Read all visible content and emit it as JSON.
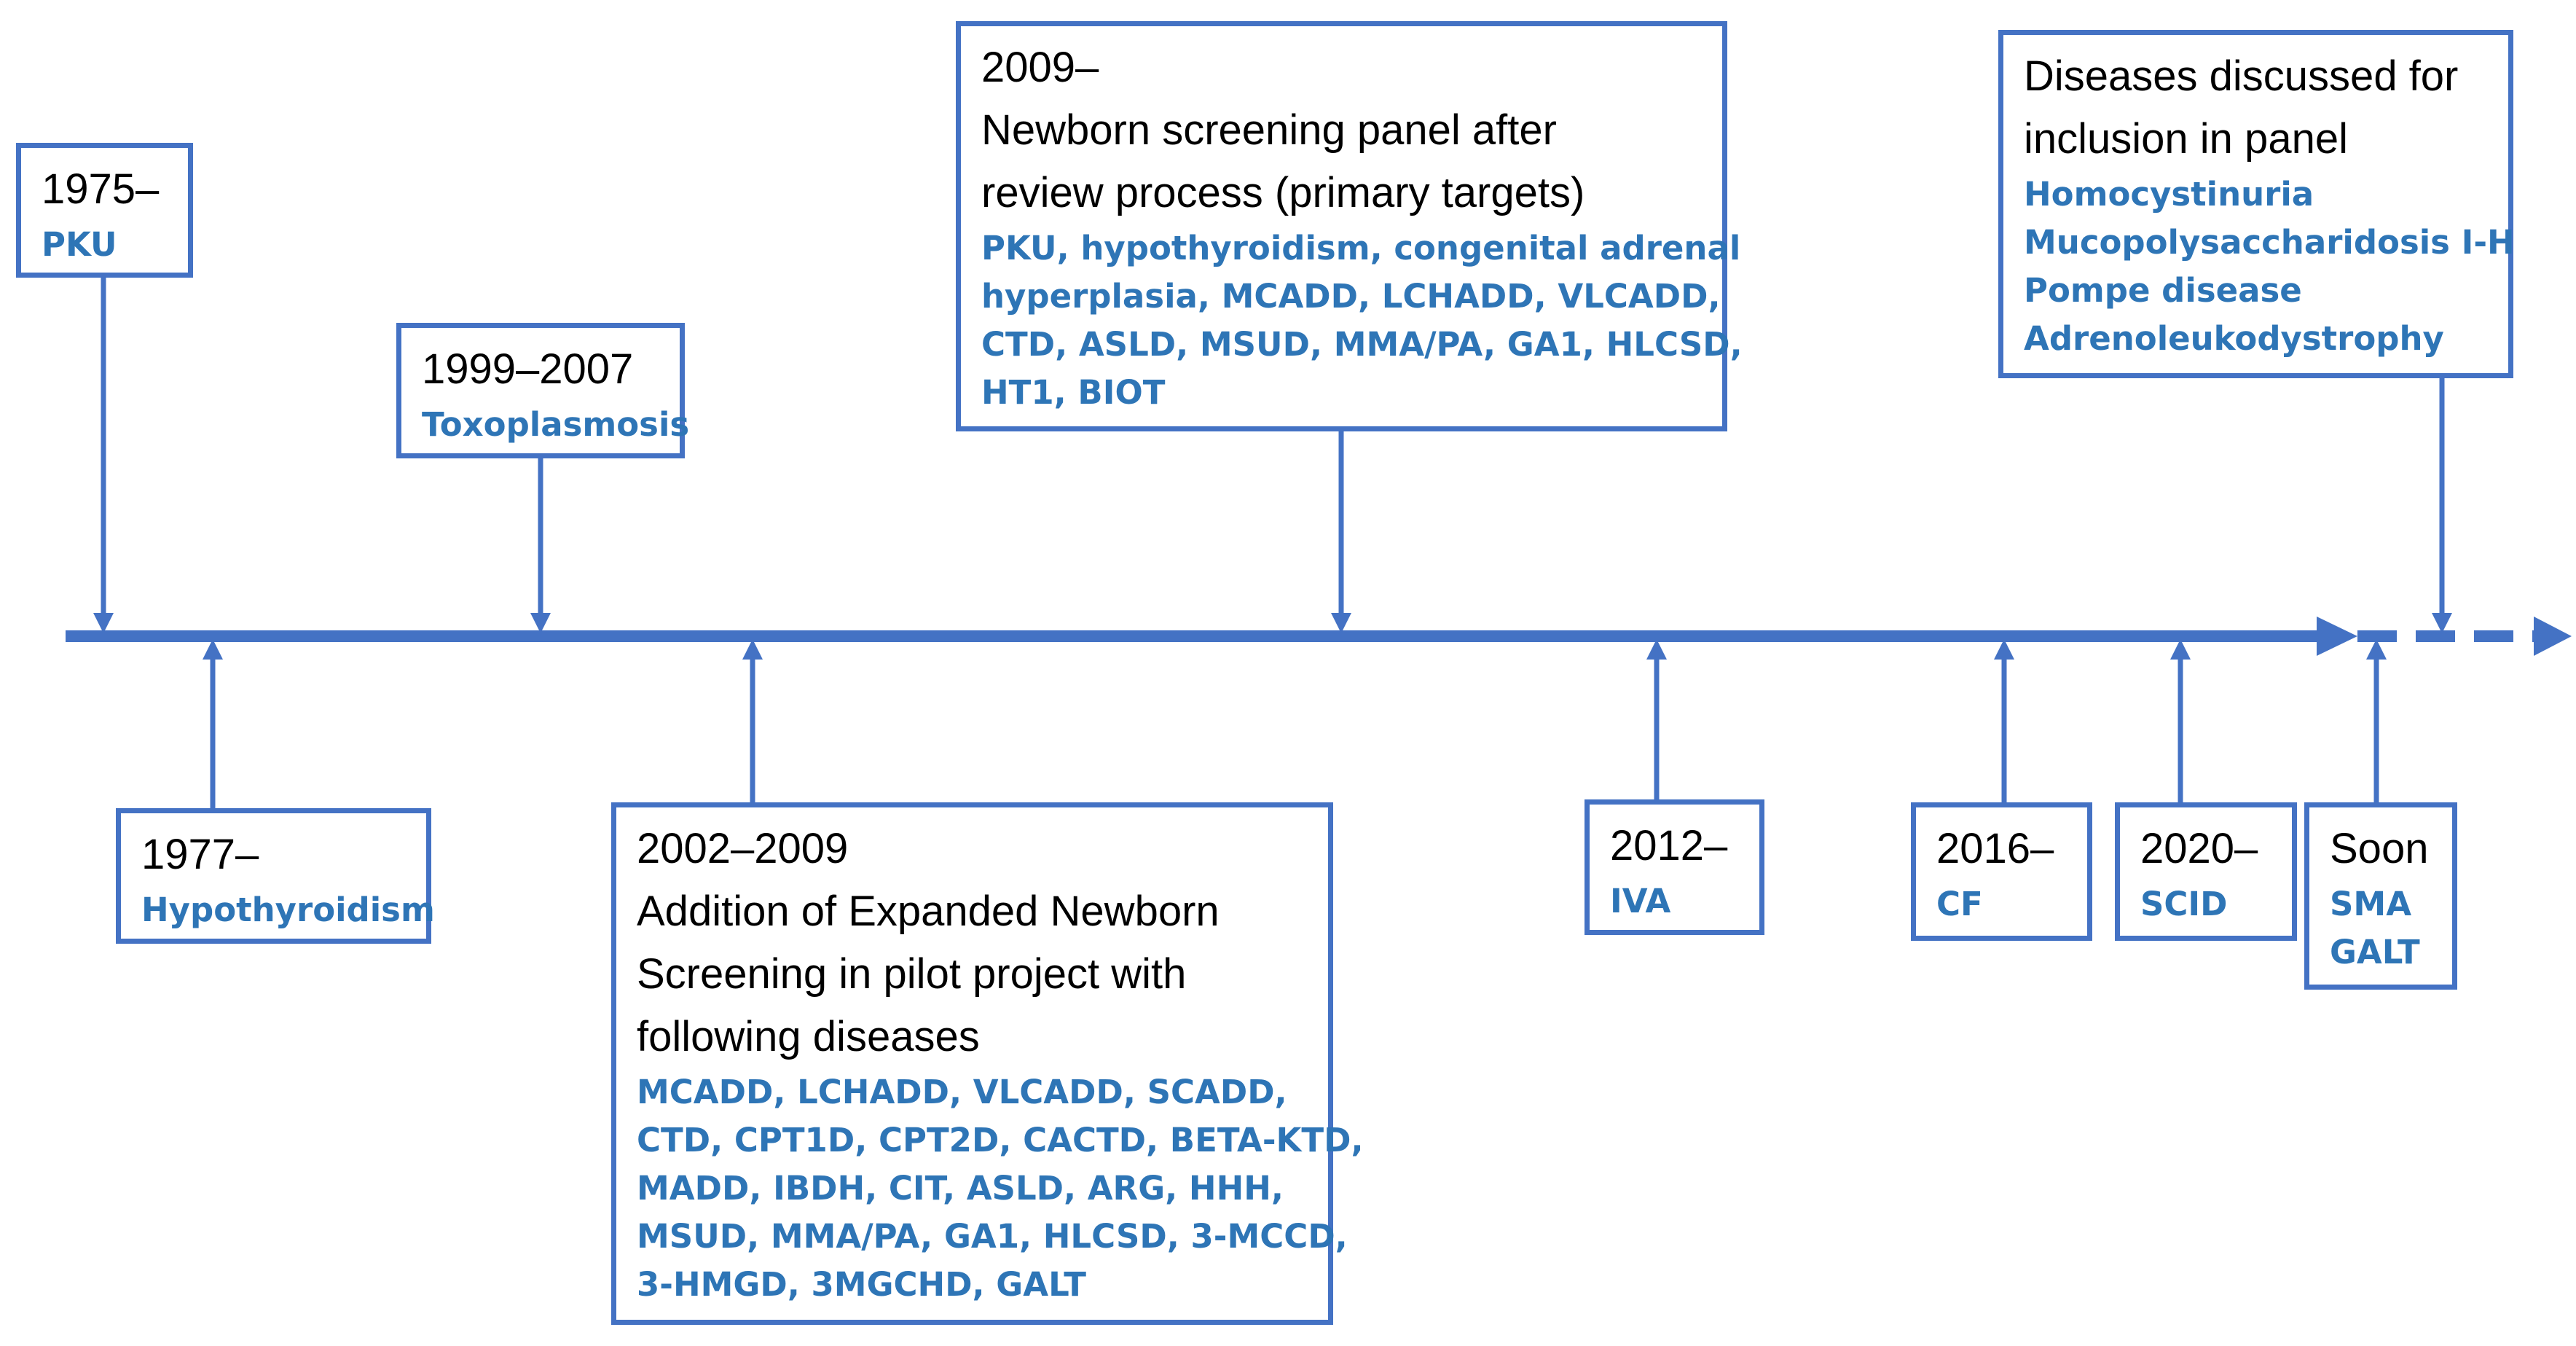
{
  "colors": {
    "accent": "#4472C4",
    "disease_text": "#2E75B6",
    "heading_text": "#000000"
  },
  "events": [
    {
      "id": "e1975",
      "placement": "above",
      "period": "1975–",
      "title_lines": [],
      "disease_lines": [
        "PKU"
      ]
    },
    {
      "id": "e1977",
      "placement": "below",
      "period": "1977–",
      "title_lines": [],
      "disease_lines": [
        "Hypothyroidism"
      ]
    },
    {
      "id": "e1999",
      "placement": "above",
      "period": "1999–2007",
      "title_lines": [],
      "disease_lines": [
        "Toxoplasmosis"
      ]
    },
    {
      "id": "e2002",
      "placement": "below",
      "period": "2002–2009",
      "title_lines": [
        "Addition of Expanded Newborn",
        "Screening in pilot project with",
        "following diseases"
      ],
      "disease_lines": [
        "MCADD, LCHADD, VLCADD, SCADD,",
        "CTD, CPT1D, CPT2D, CACTD, BETA-KTD,",
        "MADD, IBDH, CIT, ASLD, ARG, HHH,",
        "MSUD, MMA/PA, GA1, HLCSD, 3-MCCD,",
        "3-HMGD, 3MGCHD, GALT"
      ]
    },
    {
      "id": "e2009",
      "placement": "above",
      "period": "2009–",
      "title_lines": [
        "Newborn screening panel after",
        "review process (primary targets)"
      ],
      "disease_lines": [
        "PKU, hypothyroidism, congenital adrenal",
        "hyperplasia, MCADD, LCHADD, VLCADD,",
        "CTD, ASLD, MSUD, MMA/PA, GA1, HLCSD,",
        "HT1, BIOT"
      ]
    },
    {
      "id": "e2012",
      "placement": "below",
      "period": "2012–",
      "title_lines": [],
      "disease_lines": [
        "IVA"
      ]
    },
    {
      "id": "e2016",
      "placement": "below",
      "period": "2016–",
      "title_lines": [],
      "disease_lines": [
        "CF"
      ]
    },
    {
      "id": "e2020",
      "placement": "below",
      "period": "2020–",
      "title_lines": [],
      "disease_lines": [
        "SCID"
      ]
    },
    {
      "id": "esoon",
      "placement": "below",
      "period": "Soon",
      "title_lines": [],
      "disease_lines": [
        "SMA",
        "GALT"
      ]
    },
    {
      "id": "ediscussed",
      "placement": "above",
      "period": "",
      "title_lines": [
        "Diseases discussed for",
        "inclusion in panel"
      ],
      "disease_lines": [
        "Homocystinuria",
        "Mucopolysaccharidosis I-H",
        "Pompe disease",
        "Adrenoleukodystrophy"
      ]
    }
  ]
}
